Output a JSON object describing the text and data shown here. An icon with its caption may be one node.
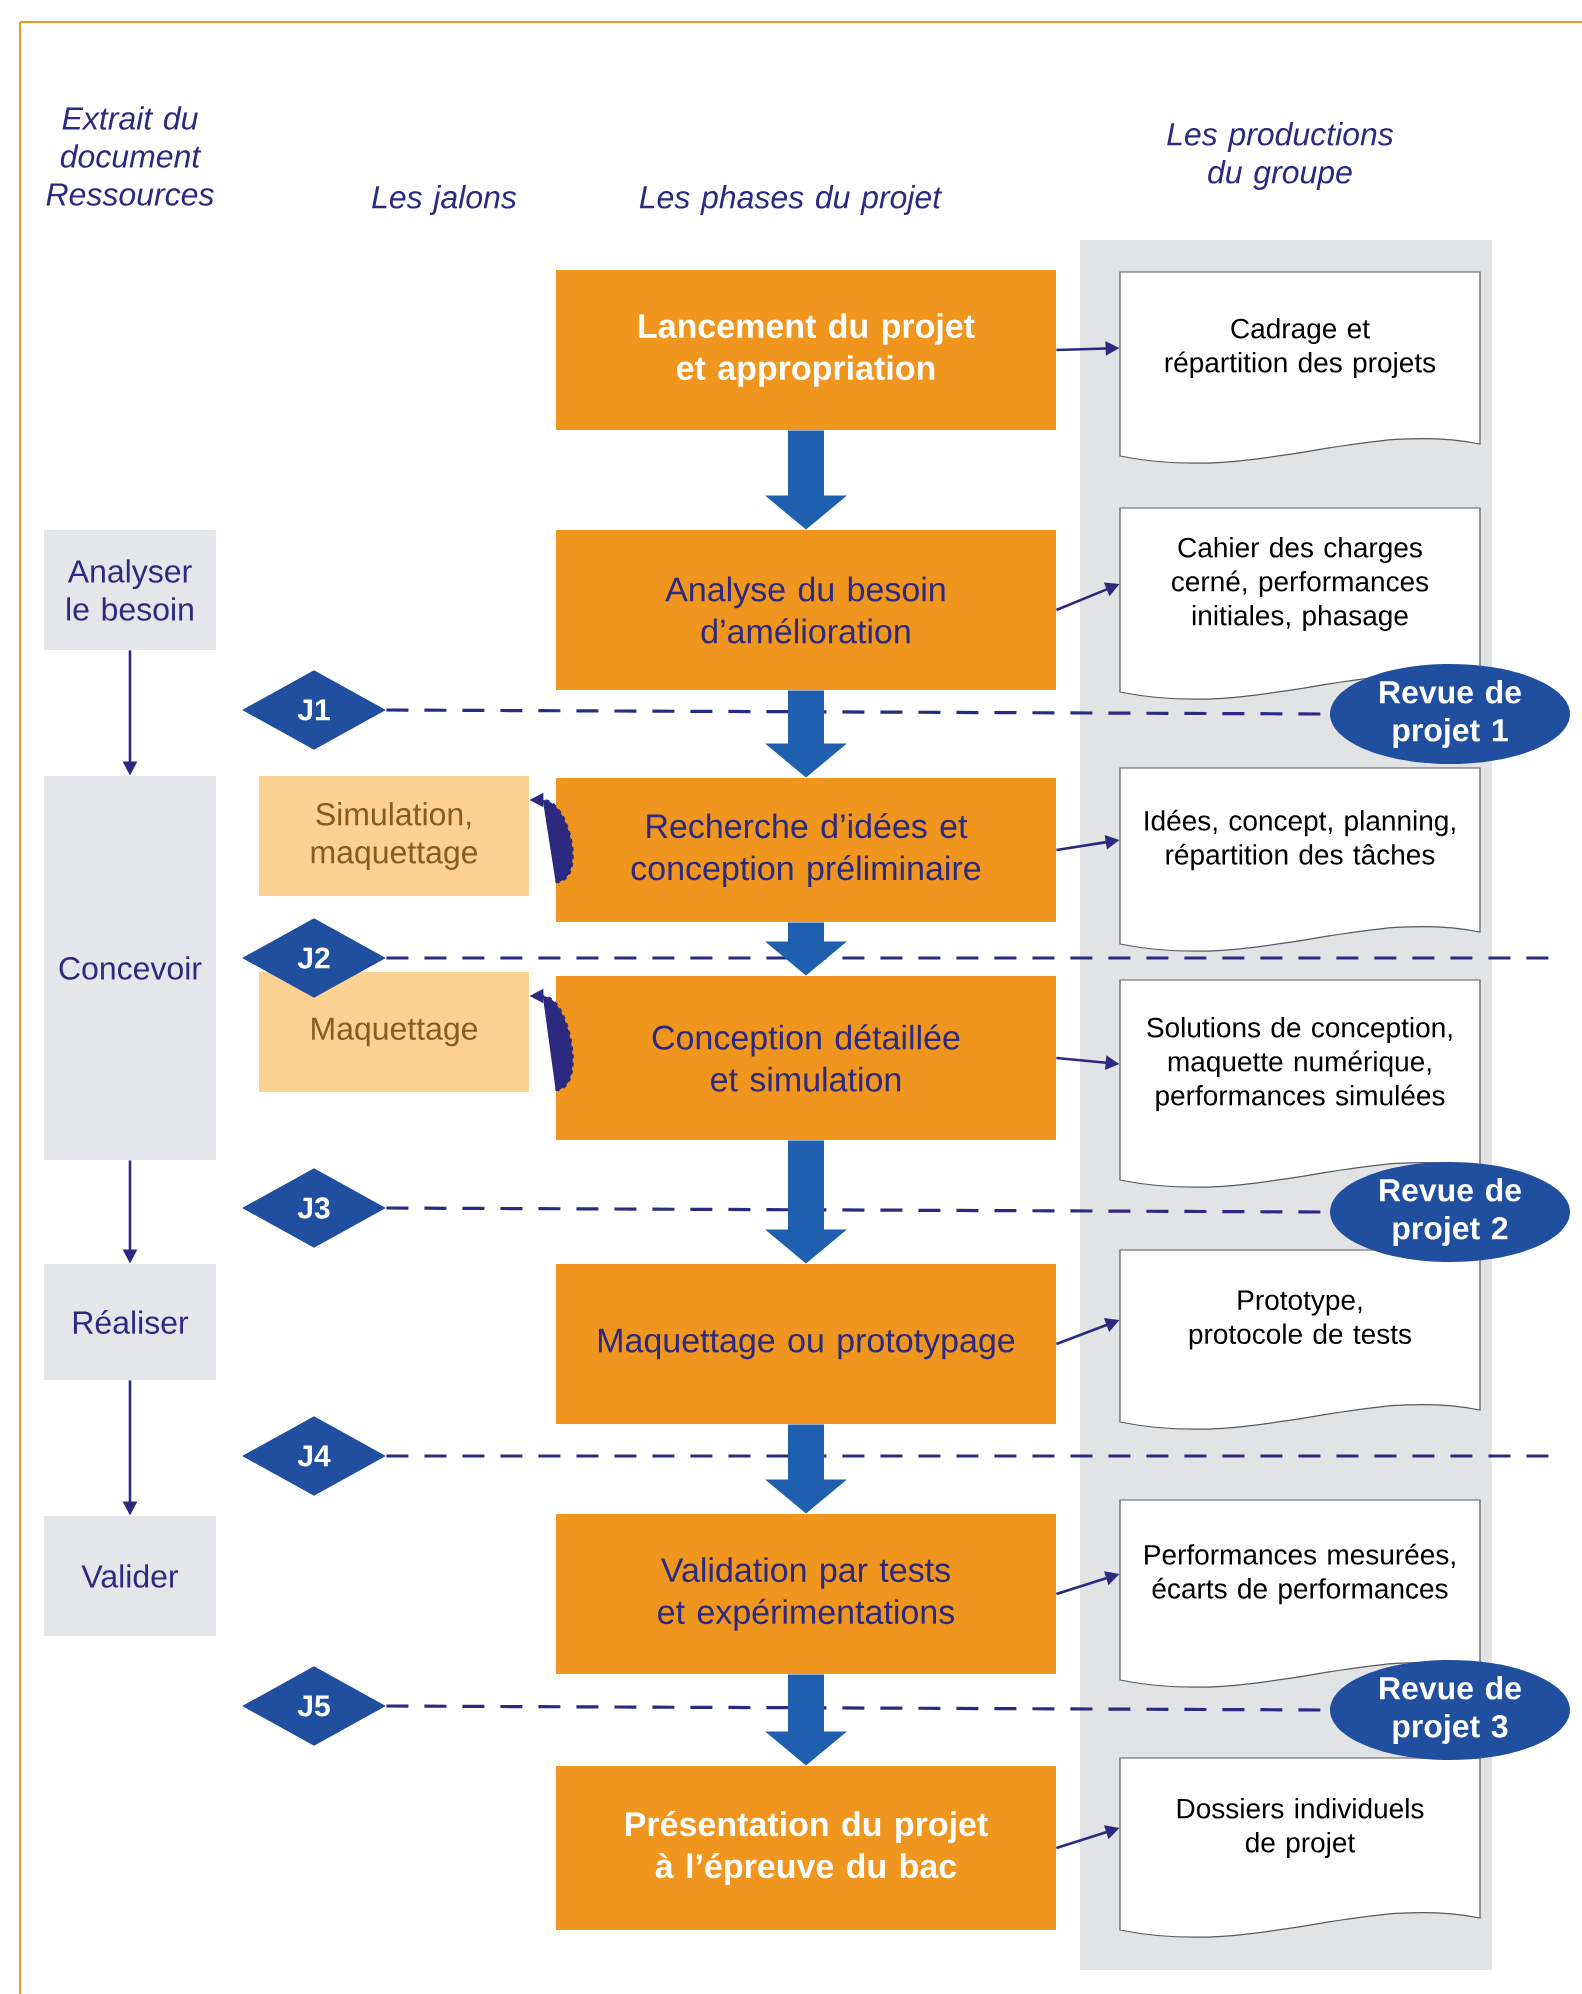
{
  "diagram": {
    "nodes": [
      {
        "text": [
          "Analyser le besoin"
        ]
      },
      {
        "text": [
          "Concevoir"
        ]
      },
      {
        "text": [
          "Réaliser"
        ]
      },
      {
        "text": [
          "Valider"
        ]
      },
      {
        "text": [
          "Simulation, maquettage"
        ]
      },
      {
        "text": [
          "Maquettage"
        ]
      },
      {
        "text": [
          "Lancement du projet et appropriation"
        ]
      },
      {
        "text": [
          "Analyse du besoin d’amélioration"
        ]
      },
      {
        "text": [
          "Recherche d’idées et conception préliminaire"
        ]
      },
      {
        "text": [
          "Conception détaillée et simulation"
        ]
      },
      {
        "text": [
          "Maquettage ou prototypage"
        ]
      },
      {
        "text": [
          "Validation par tests et expérimentations"
        ]
      },
      {
        "text": [
          "Présentation du projet à l’épreuve du bac"
        ]
      },
      {
        "text": [
          "Cadrage et répartition des projets"
        ]
      },
      {
        "text": [
          "Cahier des charges cerné, performances initiales, phasage"
        ]
      },
      {
        "text": [
          "Idées, concept, planning, répartition des tâches"
        ]
      },
      {
        "text": [
          "Solutions de conception, maquette numérique, performances simulées"
        ]
      },
      {
        "text": [
          "Prototype, protocole de tests"
        ]
      },
      {
        "text": [
          "Performances mesurées, écarts de performances"
        ]
      },
      {
        "text": [
          "Dossiers individuels de projet"
        ]
      },
      {
        "text": [
          "J1"
        ]
      },
      {
        "text": [
          "J2"
        ]
      },
      {
        "text": [
          "J3"
        ]
      },
      {
        "text": [
          "J4"
        ]
      },
      {
        "text": [
          "J5"
        ]
      },
      {
        "text": [
          "Revue de projet 1"
        ]
      },
      {
        "text": [
          "Revue de projet 2"
        ]
      },
      {
        "text": [
          "Revue de projet 3"
        ]
      }
    ],
    "edges": [
      {
        "from": 0,
        "to": 1,
        "arrow": "to"
      },
      {
        "from": 1,
        "to": 2,
        "arrow": "to"
      },
      {
        "from": 2,
        "to": 3,
        "arrow": "to"
      },
      {
        "from": 6,
        "to": 7,
        "arrow": "to",
        "style": "thick",
        "color": "#1f5fb0"
      },
      {
        "from": 7,
        "to": 8,
        "arrow": "to",
        "style": "thick",
        "color": "#1f5fb0"
      },
      {
        "from": 8,
        "to": 9,
        "arrow": "to",
        "style": "thick",
        "color": "#1f5fb0"
      },
      {
        "from": 9,
        "to": 10,
        "arrow": "to",
        "style": "thick",
        "color": "#1f5fb0"
      },
      {
        "from": 10,
        "to": 11,
        "arrow": "to",
        "style": "thick",
        "color": "#1f5fb0"
      },
      {
        "from": 11,
        "to": 12,
        "arrow": "to",
        "style": "thick",
        "color": "#1f5fb0"
      },
      {
        "from": 6,
        "to": 13,
        "arrow": "to"
      },
      {
        "from": 7,
        "to": 14,
        "arrow": "to"
      },
      {
        "from": 8,
        "to": 15,
        "arrow": "to"
      },
      {
        "from": 9,
        "to": 16,
        "arrow": "to"
      },
      {
        "from": 10,
        "to": 17,
        "arrow": "to"
      },
      {
        "from": 11,
        "to": 18,
        "arrow": "to"
      },
      {
        "from": 12,
        "to": 19,
        "arrow": "to"
      },
      {
        "from": 8,
        "to": 4,
        "arrow": "to",
        "style": "dashed"
      },
      {
        "from": 9,
        "to": 5,
        "arrow": "to",
        "style": "dashed"
      },
      {
        "from": 20,
        "to": 25,
        "arrow": "none",
        "style": "dashed"
      },
      {
        "from": 21,
        "to": null,
        "arrow": "none",
        "style": "dashed"
      },
      {
        "from": 22,
        "to": 26,
        "arrow": "none",
        "style": "dashed"
      },
      {
        "from": 23,
        "to": null,
        "arrow": "none",
        "style": "dashed"
      },
      {
        "from": 24,
        "to": 27,
        "arrow": "none",
        "style": "dashed"
      }
    ],
    "labels": [
      "Extrait du document Ressources",
      "Les jalons",
      "Les phases du projet",
      "Les productions du groupe"
    ]
  }
}
